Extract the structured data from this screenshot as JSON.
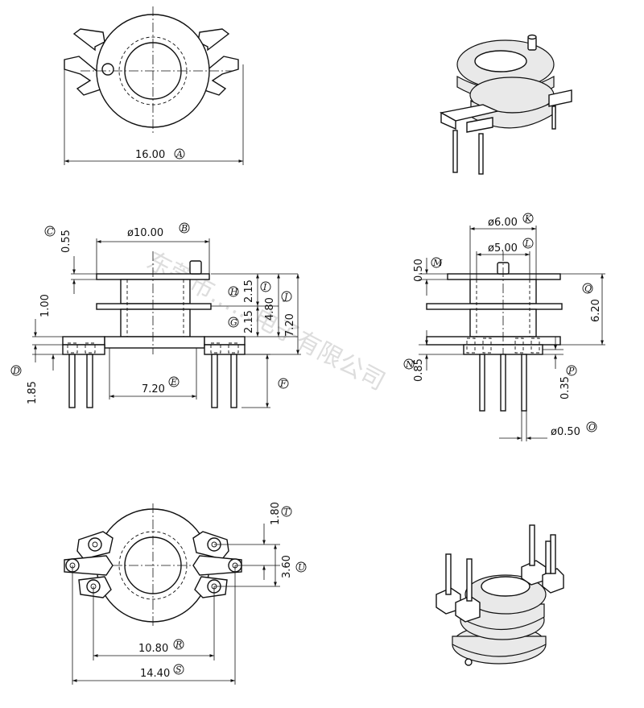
{
  "watermark": "东莞市……电子有限公司",
  "dimensions": {
    "A": {
      "value": "16.00",
      "label": "A"
    },
    "B": {
      "value": "ø10.00",
      "label": "B"
    },
    "C": {
      "value": "0.55",
      "label": "C"
    },
    "D": {
      "value": "1.85",
      "label": "D"
    },
    "E": {
      "value": "7.20",
      "label": "E"
    },
    "F": {
      "label": "F"
    },
    "G": {
      "value": "2.15",
      "label": "G"
    },
    "H": {
      "value": "4.80",
      "label": "H"
    },
    "I": {
      "value": "2.15",
      "label": "I"
    },
    "J": {
      "value": "7.20",
      "label": "J"
    },
    "base": {
      "value": "1.00"
    },
    "K": {
      "value": "ø6.00",
      "label": "K"
    },
    "L": {
      "value": "ø5.00",
      "label": "L"
    },
    "M": {
      "value": "0.50",
      "label": "M"
    },
    "N": {
      "value": "0.85",
      "label": "N"
    },
    "O": {
      "value": "ø0.50",
      "label": "O"
    },
    "P": {
      "value": "0.35",
      "label": "P"
    },
    "Q": {
      "value": "6.20",
      "label": "Q"
    },
    "R": {
      "value": "10.80",
      "label": "R"
    },
    "S": {
      "value": "14.40",
      "label": "S"
    },
    "T": {
      "value": "1.80",
      "label": "T"
    },
    "U": {
      "value": "3.60",
      "label": "U"
    }
  }
}
